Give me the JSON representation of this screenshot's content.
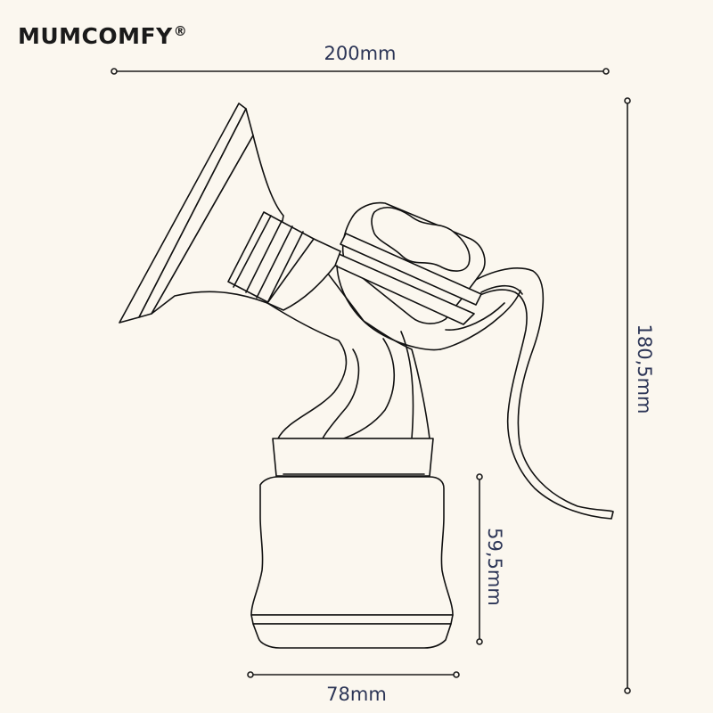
{
  "brand": {
    "name": "MUMCOMFY",
    "mark": "®"
  },
  "dimensions": {
    "width_total": "200mm",
    "height_total": "180,5mm",
    "bottle_height": "59,5mm",
    "bottle_width": "78mm"
  },
  "colors": {
    "background": "#fbf7ef",
    "dimension_text": "#2c3556",
    "outline": "#111111"
  }
}
